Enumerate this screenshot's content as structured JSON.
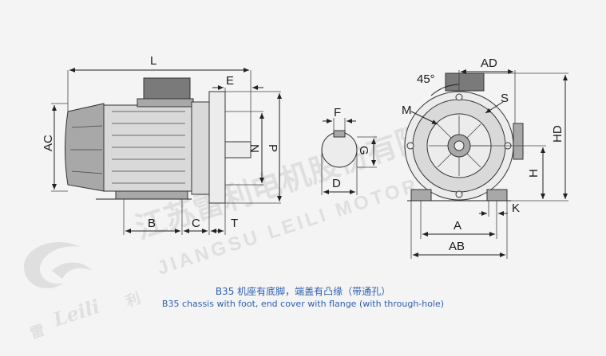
{
  "figure": {
    "labels": {
      "L": "L",
      "E": "E",
      "AC": "AC",
      "N": "N",
      "P": "P",
      "B": "B",
      "C": "C",
      "T": "T",
      "F": "F",
      "G": "G",
      "D": "D",
      "AD": "AD",
      "angle": "45°",
      "M": "M",
      "S": "S",
      "HD": "HD",
      "H": "H",
      "K": "K",
      "A": "A",
      "AB": "AB"
    }
  },
  "watermark": {
    "company_cn": "江苏雷利电机股份有限公司",
    "company_en": "JIANGSU LEILI MOTOR CO., LTD",
    "brand_script": "Leili",
    "brand_cn_1": "雷",
    "brand_cn_2": "利"
  },
  "caption": {
    "cn": "B35 机座有底脚，端盖有凸缘（带通孔）",
    "en": "B35 chassis with foot, end cover with flange (with through-hole)"
  }
}
